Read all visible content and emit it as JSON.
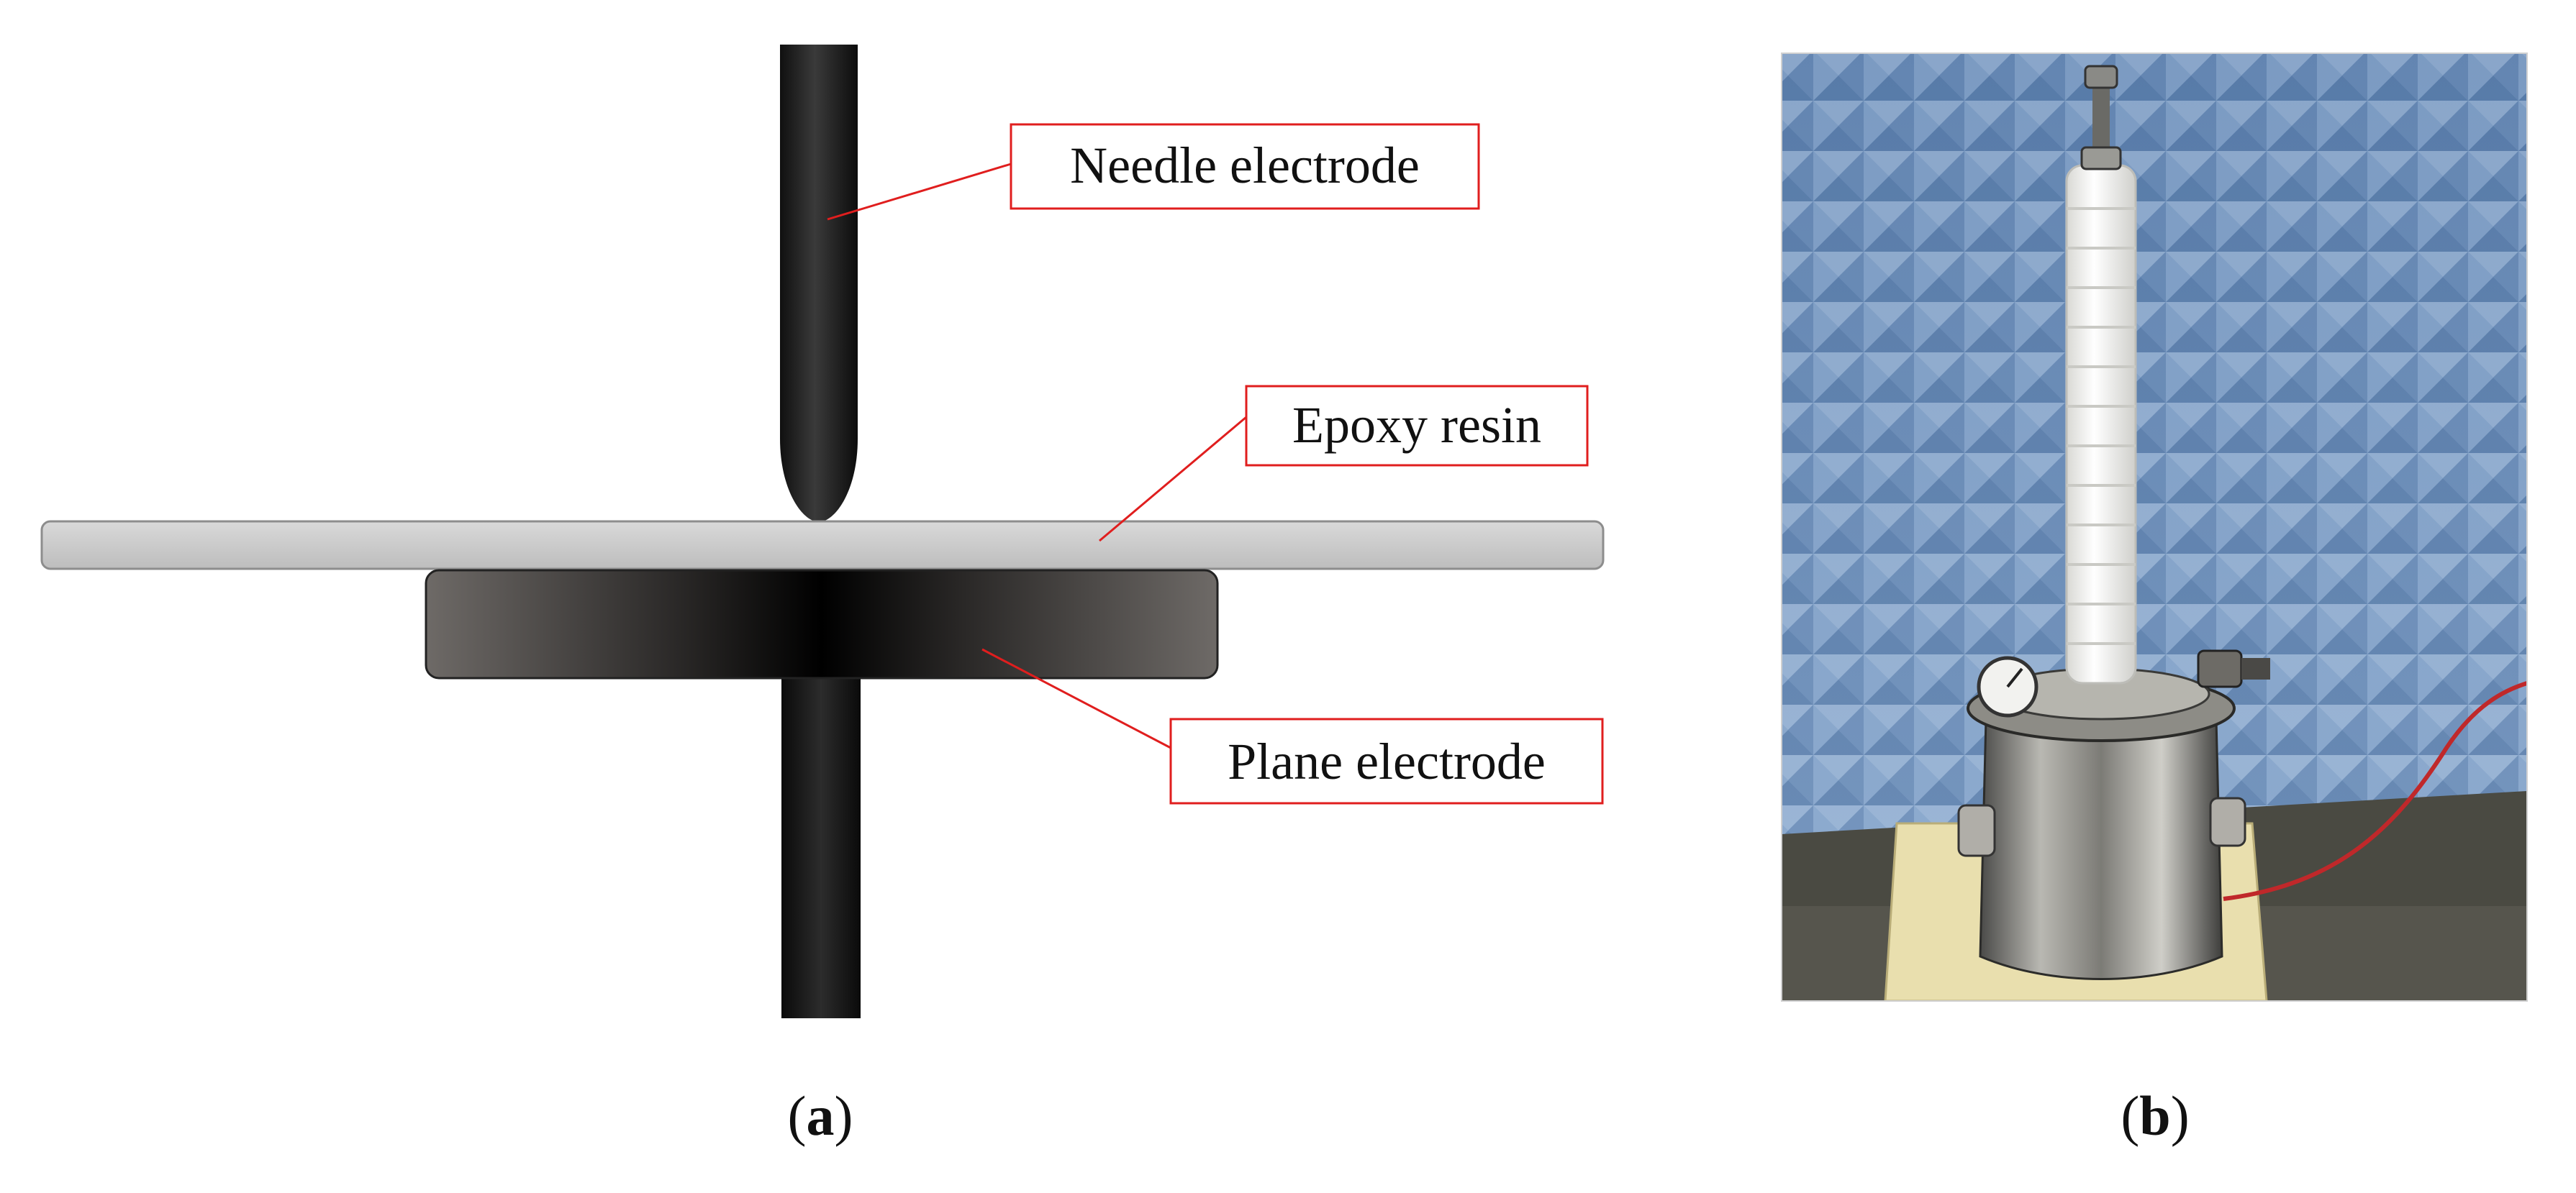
{
  "panel_a": {
    "label_open": "(",
    "label_letter": "a",
    "label_close": ")",
    "callouts": {
      "needle": "Needle electrode",
      "epoxy": "Epoxy resin",
      "plane": "Plane electrode"
    }
  },
  "panel_b": {
    "label_open": "(",
    "label_letter": "b",
    "label_close": ")"
  },
  "colors": {
    "callout_line": "#e01e1e",
    "callout_border": "#e01e1e",
    "epoxy_fill": "#c8c8c8",
    "electrode_dark": "#0d0d0d",
    "anechoic_wall": "#7f9fc4",
    "base_plate": "#e9dfae"
  }
}
